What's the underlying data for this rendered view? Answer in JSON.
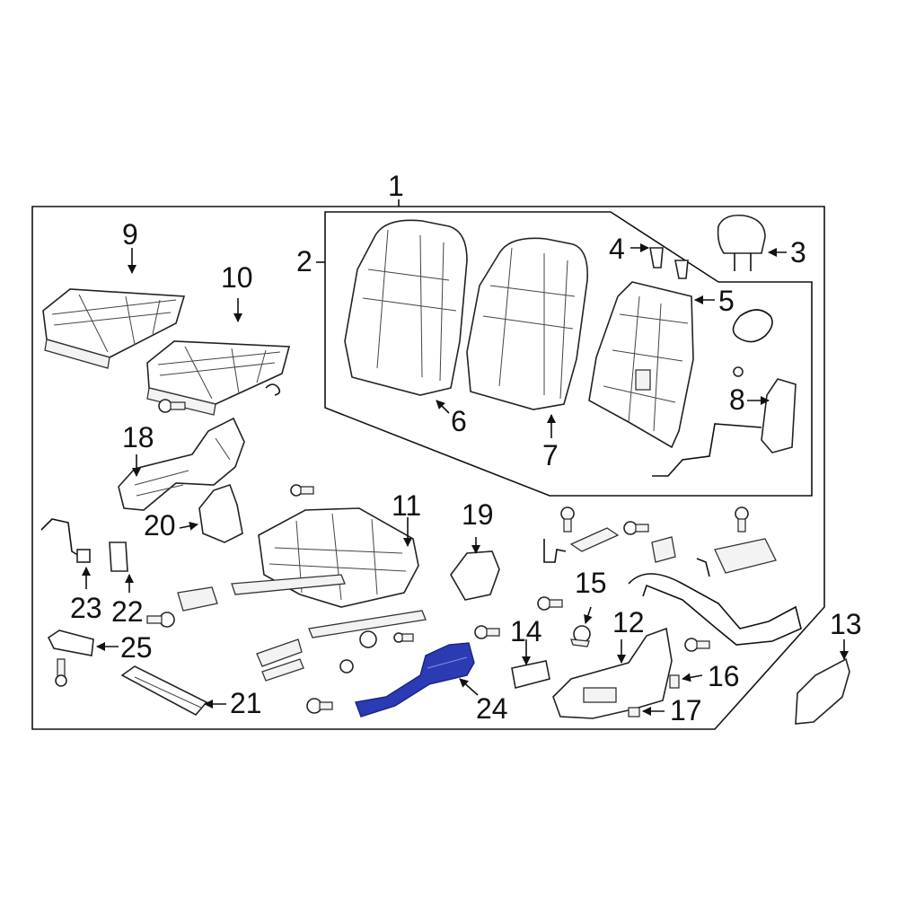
{
  "callouts": {
    "c1": "1",
    "c2": "2",
    "c3": "3",
    "c4": "4",
    "c5": "5",
    "c6": "6",
    "c7": "7",
    "c8": "8",
    "c9": "9",
    "c10": "10",
    "c11": "11",
    "c12": "12",
    "c13": "13",
    "c14": "14",
    "c15": "15",
    "c16": "16",
    "c17": "17",
    "c18": "18",
    "c19": "19",
    "c20": "20",
    "c21": "21",
    "c22": "22",
    "c23": "23",
    "c24": "24",
    "c25": "25"
  },
  "colors": {
    "highlight": "#2b3bb3",
    "line": "#111111",
    "background": "#ffffff"
  }
}
